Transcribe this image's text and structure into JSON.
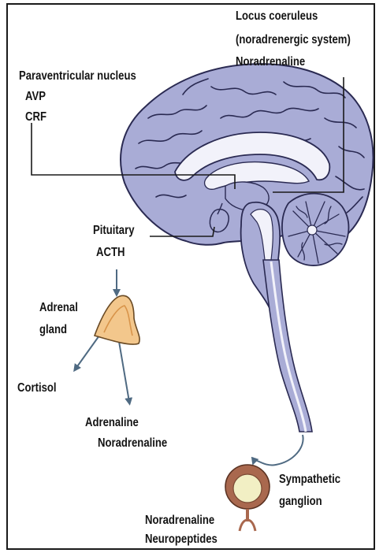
{
  "labels": {
    "locus_coeruleus": "Locus coeruleus",
    "noradrenergic_system": "(noradrenergic system)",
    "noradrenaline_top": "Noradrenaline",
    "paraventricular_nucleus": "Paraventricular nucleus",
    "avp": "AVP",
    "crf": "CRF",
    "pituitary": "Pituitary",
    "acth": "ACTH",
    "adrenal": "Adrenal",
    "gland": "gland",
    "cortisol": "Cortisol",
    "adrenaline": "Adrenaline",
    "noradrenaline_adrenal": "Noradrenaline",
    "sympathetic": "Sympathetic",
    "ganglion": "ganglion",
    "noradrenaline_bottom": "Noradrenaline",
    "neuropeptides": "Neuropeptides"
  },
  "colors": {
    "brain_fill": "#a9acd6",
    "brain_outline": "#2a2a52",
    "ventricle_fill": "#f2f2fa",
    "adrenal_fill": "#f3c78c",
    "ganglion_outer": "#a9684e",
    "ganglion_inner": "#f2efc4",
    "arrow": "#4f6a82",
    "leader_line": "#1a1a1a"
  }
}
